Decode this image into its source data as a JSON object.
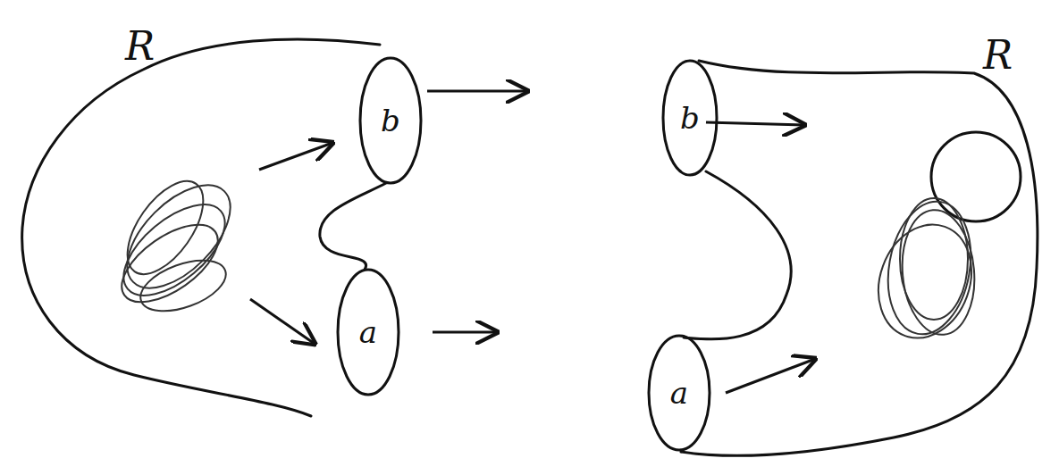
{
  "diagram": {
    "nodes": [
      {
        "text": [
          "b"
        ]
      },
      {
        "text": [
          "a"
        ]
      },
      {
        "text": [
          "b"
        ]
      },
      {
        "text": [
          "a"
        ]
      }
    ],
    "labels": [
      "R",
      "R"
    ]
  }
}
